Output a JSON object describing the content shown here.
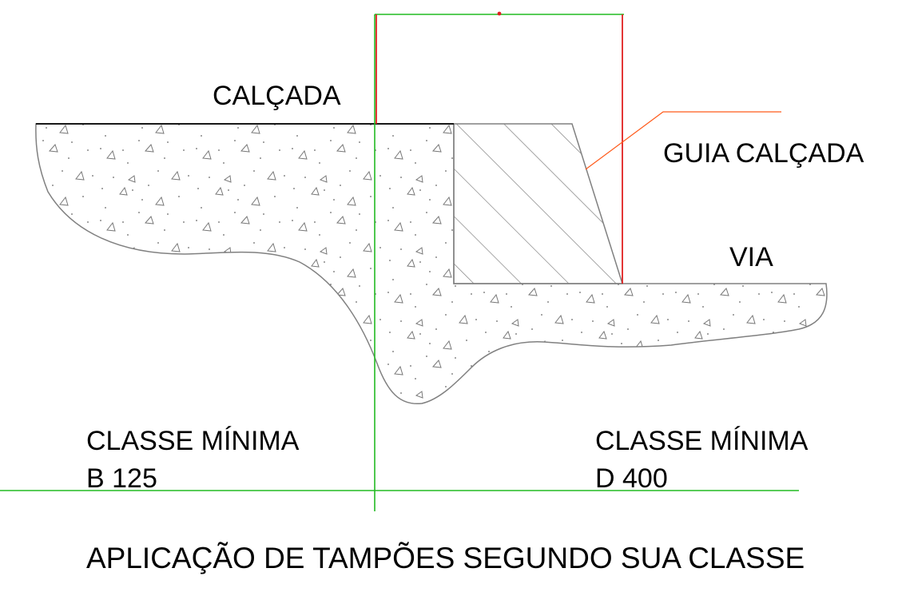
{
  "labels": {
    "sidewalk": "CALÇADA",
    "curb": "GUIA CALÇADA",
    "road": "VIA",
    "left_class_line1": "CLASSE MÍNIMA",
    "left_class_line2": "B 125",
    "right_class_line1": "CLASSE MÍNIMA",
    "right_class_line2": "D 400",
    "title": "APLICAÇÃO DE TAMPÕES SEGUNDO SUA CLASSE"
  },
  "colors": {
    "outline": "#808080",
    "surface_line": "#000000",
    "zone_divider": "#22bb22",
    "curb_limit": "#e02020",
    "leader": "#ff5a1a",
    "text": "#000000"
  }
}
